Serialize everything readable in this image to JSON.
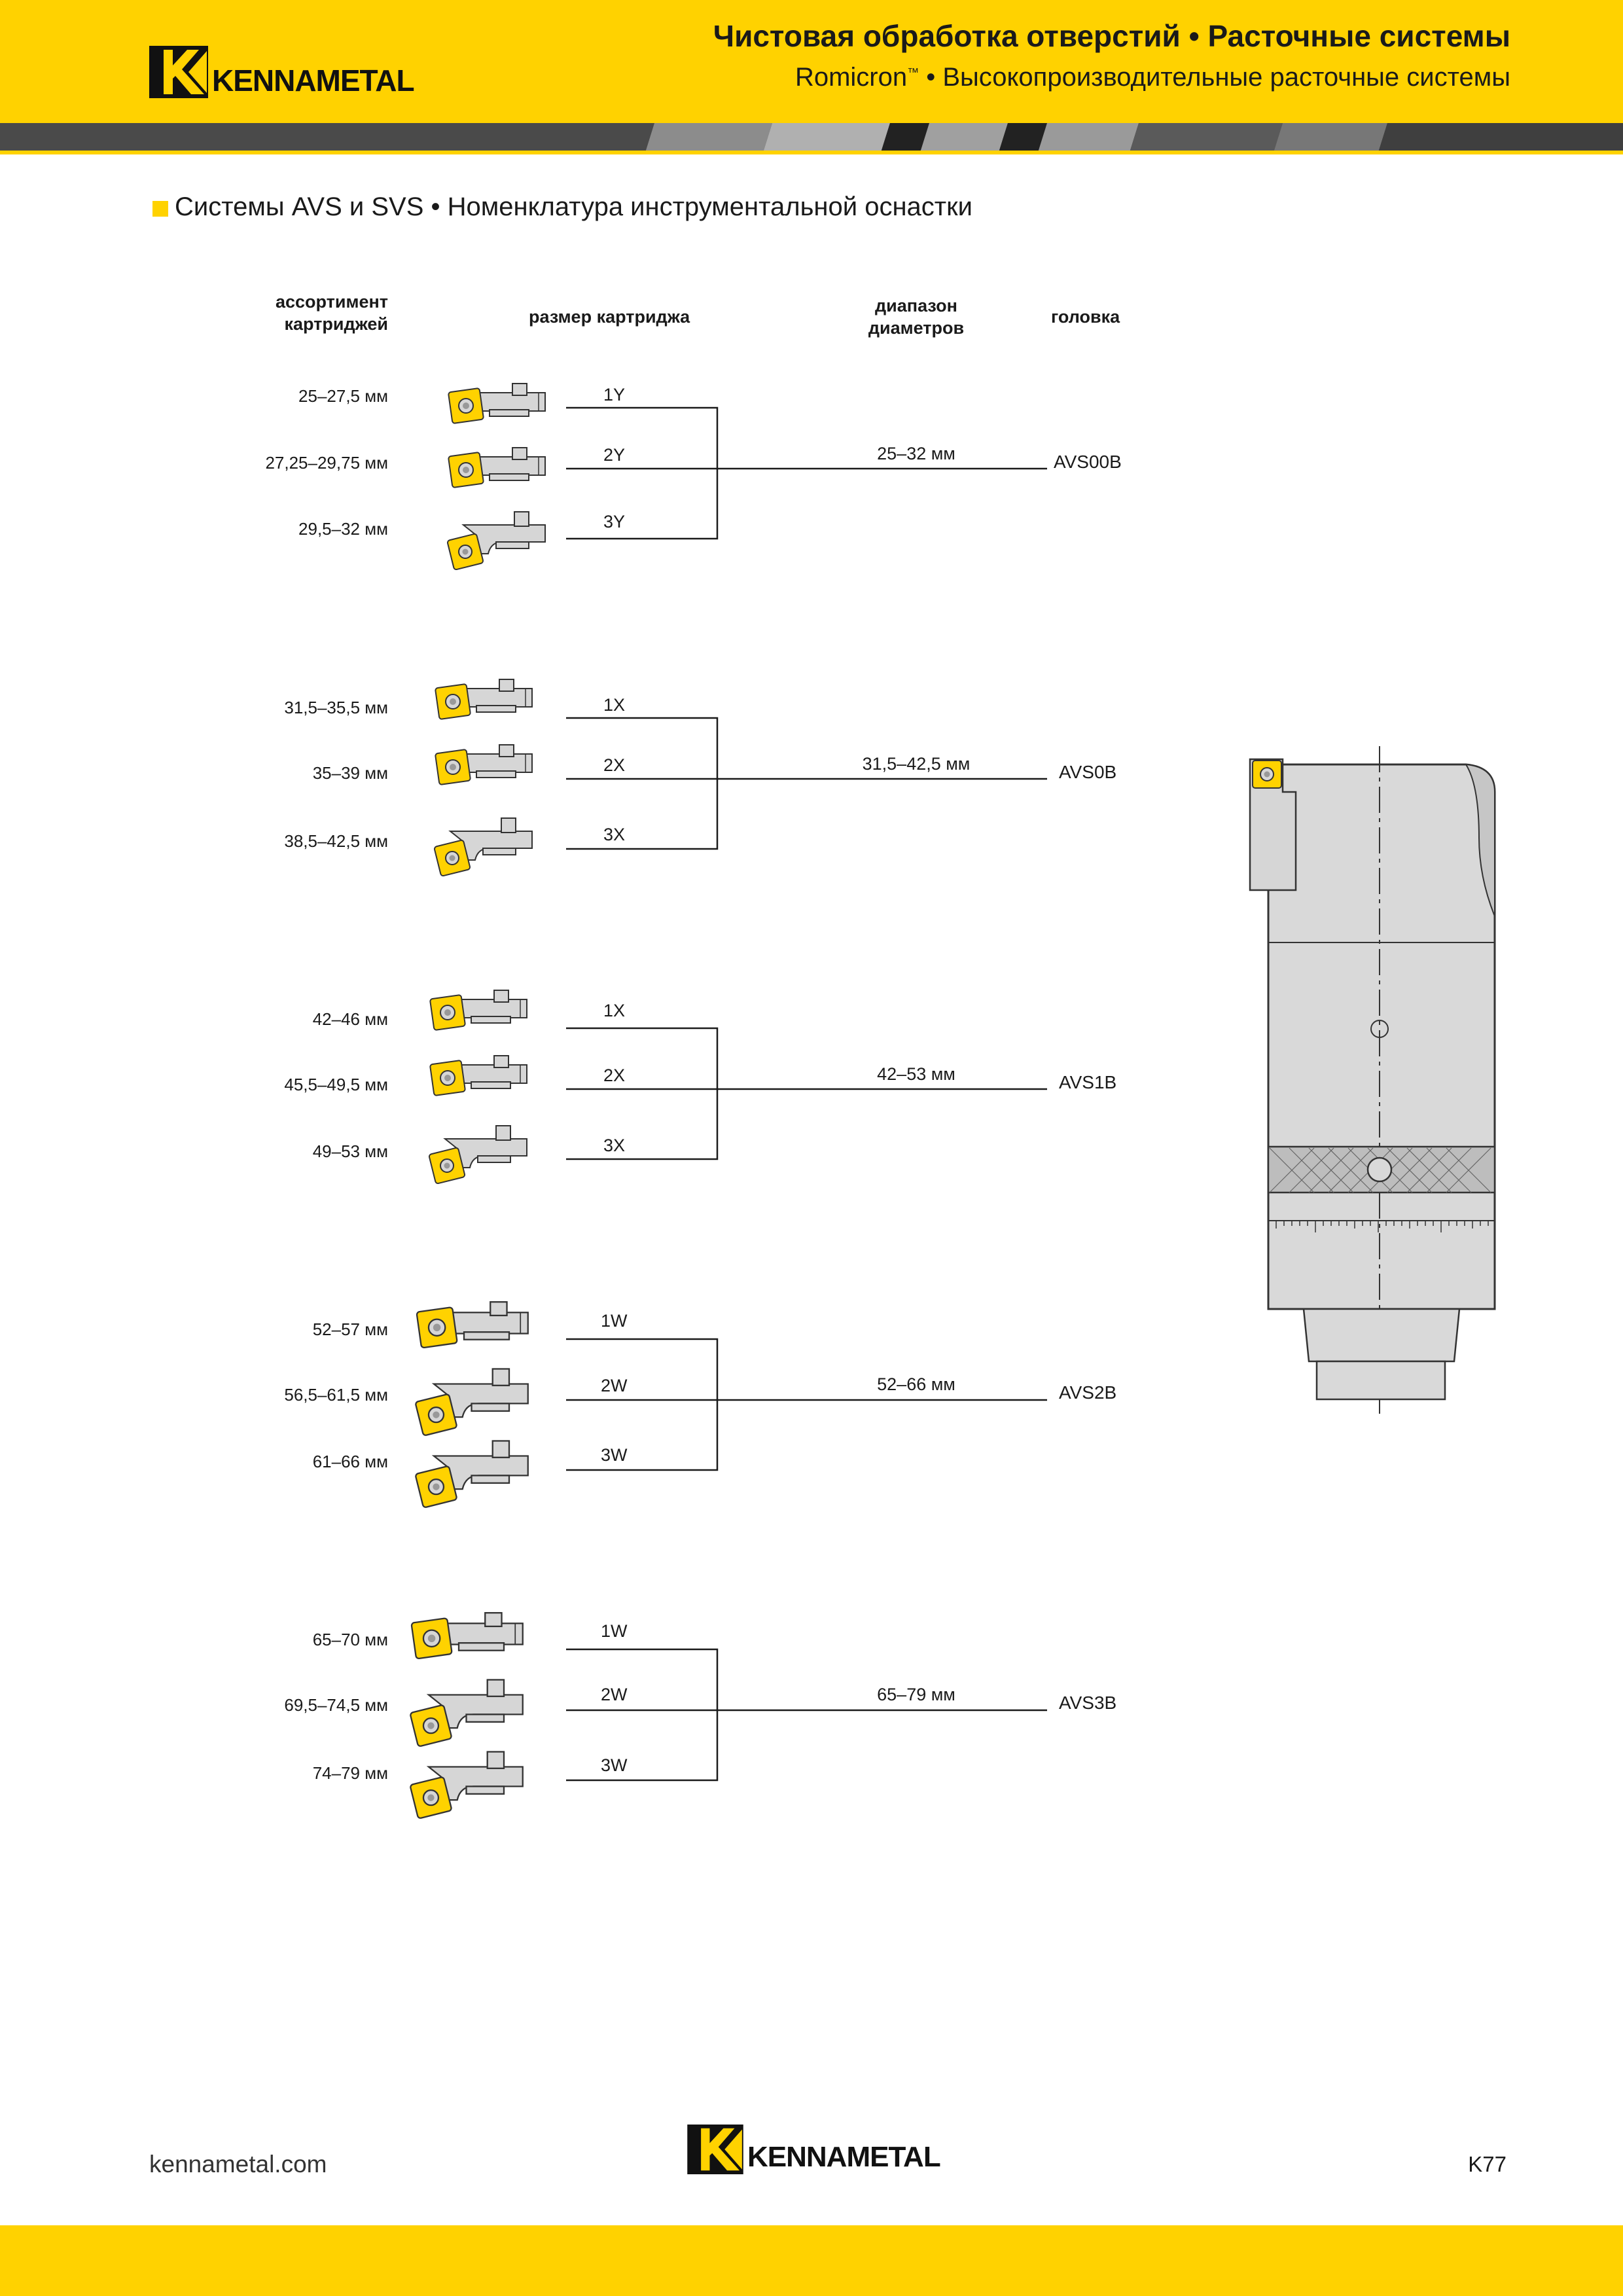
{
  "header": {
    "brand": "KENNAMETAL",
    "title": "Чистовая обработка отверстий • Расточные системы",
    "subtitle_brand": "Romicron",
    "subtitle_tm": "™",
    "subtitle_rest": " • Высокопроизводительные расточные системы"
  },
  "section": {
    "title": "Системы AVS и SVS • Номенклатура инструментальной оснастки"
  },
  "columns": {
    "range": "ассортимент\nкартриджей",
    "cartridge_size": "размер картриджа",
    "diameter_range": "диапазон\nдиаметров",
    "head": "головка"
  },
  "groups": [
    {
      "head": "AVS00B",
      "diameter": "25–32 мм",
      "rows": [
        {
          "range": "25–27,5 мм",
          "code": "1Y"
        },
        {
          "range": "27,25–29,75 мм",
          "code": "2Y"
        },
        {
          "range": "29,5–32 мм",
          "code": "3Y"
        }
      ]
    },
    {
      "head": "AVS0B",
      "diameter": "31,5–42,5 мм",
      "rows": [
        {
          "range": "31,5–35,5 мм",
          "code": "1X"
        },
        {
          "range": "35–39 мм",
          "code": "2X"
        },
        {
          "range": "38,5–42,5 мм",
          "code": "3X"
        }
      ]
    },
    {
      "head": "AVS1B",
      "diameter": "42–53 мм",
      "rows": [
        {
          "range": "42–46 мм",
          "code": "1X"
        },
        {
          "range": "45,5–49,5 мм",
          "code": "2X"
        },
        {
          "range": "49–53 мм",
          "code": "3X"
        }
      ]
    },
    {
      "head": "AVS2B",
      "diameter": "52–66 мм",
      "rows": [
        {
          "range": "52–57 мм",
          "code": "1W"
        },
        {
          "range": "56,5–61,5 мм",
          "code": "2W"
        },
        {
          "range": "61–66 мм",
          "code": "3W"
        }
      ]
    },
    {
      "head": "AVS3B",
      "diameter": "65–79 мм",
      "rows": [
        {
          "range": "65–70 мм",
          "code": "1W"
        },
        {
          "range": "69,5–74,5 мм",
          "code": "2W"
        },
        {
          "range": "74–79 мм",
          "code": "3W"
        }
      ]
    }
  ],
  "footer": {
    "url": "kennametal.com",
    "brand": "KENNAMETAL",
    "page": "K77"
  },
  "colors": {
    "brand_yellow": "#FFD200",
    "tool_gray": "#D6D6D6",
    "line": "#1a1a1a"
  }
}
